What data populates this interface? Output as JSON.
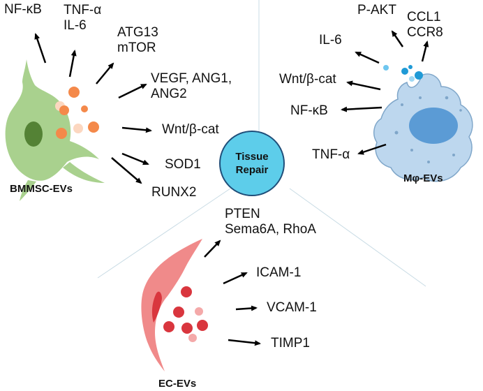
{
  "center": {
    "line1": "Tissue",
    "line2": "Repair"
  },
  "bmmsc": {
    "name": "BMMSC-EVs",
    "targets": {
      "nfkb": "NF-κB",
      "tnfa": "TNF-α",
      "il6": "IL-6",
      "atg13": "ATG13",
      "mtor": "mTOR",
      "vegf": "VEGF, ANG1,",
      "ang2": "ANG2",
      "wnt": "Wnt/β-cat",
      "sod1": "SOD1",
      "runx2": "RUNX2"
    }
  },
  "macrophage": {
    "name": "Mφ-EVs",
    "targets": {
      "pakt": "P-AKT",
      "ccl1": "CCL1",
      "ccr8": "CCR8",
      "il6": "IL-6",
      "wnt": "Wnt/β-cat",
      "nfkb": "NF-κB",
      "tnfa": "TNF-α"
    }
  },
  "ec": {
    "name": "EC-EVs",
    "targets": {
      "pten": "PTEN",
      "sema6a": "Sema6A, RhoA",
      "icam1": "ICAM-1",
      "vcam1": "VCAM-1",
      "timp1": "TIMP1"
    }
  },
  "colors": {
    "bmmsc_body": "#a9d18e",
    "bmmsc_nucleus": "#548235",
    "bmmsc_vesicle": "#f4894a",
    "macrophage_body": "#bdd7ee",
    "macrophage_nucleus": "#5b9bd5",
    "macrophage_vesicle": "#1f9ad6",
    "ec_body": "#f08a8a",
    "ec_vesicle": "#d9363e",
    "center_fill": "#5dcdea",
    "arrow": "#000000"
  }
}
